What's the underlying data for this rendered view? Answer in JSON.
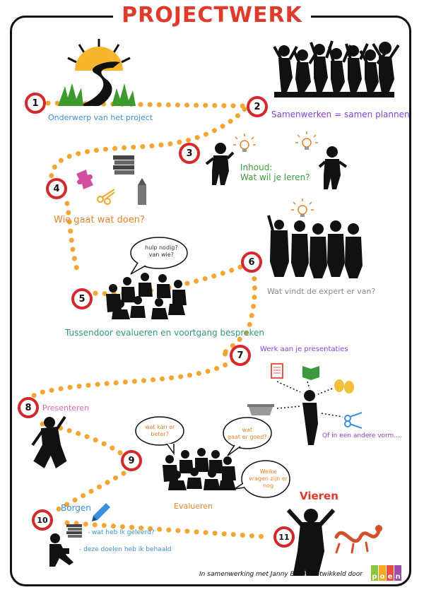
{
  "title": "PROJECTWERK",
  "steps": [
    {
      "number": "1",
      "label": "Onderwerp van het project"
    },
    {
      "number": "2",
      "label": "Samenwerken = samen plannen"
    },
    {
      "number": "3",
      "label": "Inhoud:\nWat wil je leren?"
    },
    {
      "number": "4",
      "label": "Wie gaat wat doen?"
    },
    {
      "number": "5",
      "label": "Tussendoor evalueren en voortgang bespreken"
    },
    {
      "number": "6",
      "label": "Wat vindt de expert er van?"
    },
    {
      "number": "7",
      "label": "Werk aan je presentaties"
    },
    {
      "number": "8",
      "label": "Presenteren"
    },
    {
      "number": "9",
      "label": "Evalueren"
    },
    {
      "number": "10",
      "label": "Borgen"
    },
    {
      "number": "11",
      "label": "Vieren"
    }
  ],
  "bubbles": {
    "help": "hulp nodig?\nvan wie?",
    "beter": "wat kan er\nbeter?",
    "goed": "wat\ngaat er goed?",
    "vragen": "Welke\nvragen zijn er\nnog"
  },
  "presentation_extra": "Of in een andere vorm....",
  "borgen_items": [
    "- wat heb ik geleerd?",
    "- deze doelen heb ik behaald"
  ],
  "footer": "In samenwerking met Janny Bolink ontwikkeld door",
  "logo_letters": [
    "p",
    "o",
    "e",
    "n"
  ],
  "colors": {
    "title": "#e03a2b",
    "number_ring": "#d4282a",
    "path_dots": "#f3a634",
    "blue": "#3b8fe0",
    "purple": "#8a3fe0",
    "green": "#3c9a3c",
    "orange": "#e8822a",
    "teal": "#2e9a7d",
    "gray": "#888888",
    "pink": "#e86aa8",
    "red": "#e03a2b",
    "logo": [
      "#8cc63f",
      "#f7a823",
      "#e94e3d",
      "#9b4fa3"
    ]
  }
}
